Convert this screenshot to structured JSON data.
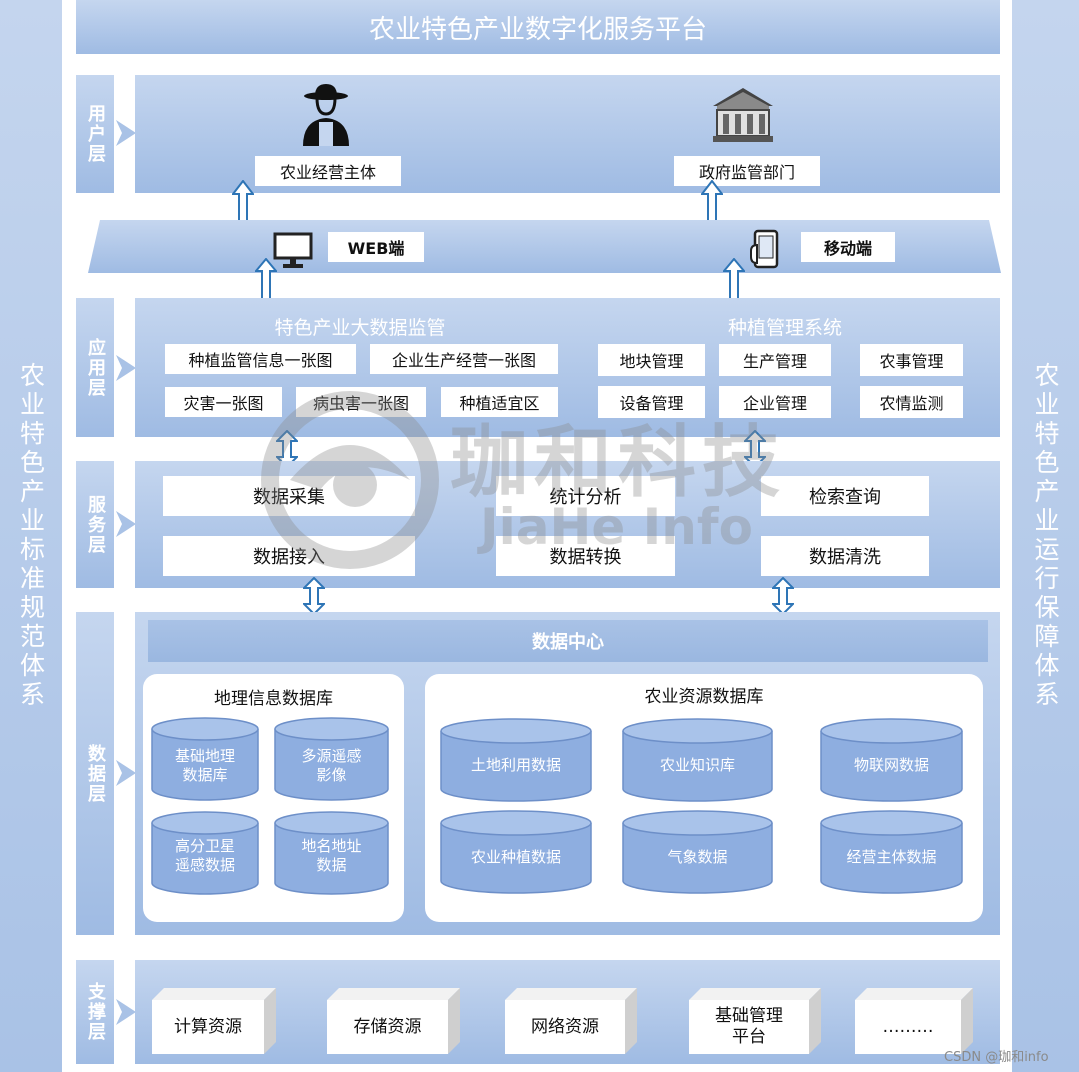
{
  "title": "农业特色产业数字化服务平台",
  "left_column": "农业特色产业标准规范体系",
  "right_column": "农业特色产业运行保障体系",
  "layers": {
    "user": "用户层",
    "app": "应用层",
    "service": "服务层",
    "data": "数据层",
    "support": "支撑层"
  },
  "users": {
    "farmer": "农业经营主体",
    "gov": "政府监管部门"
  },
  "terminals": {
    "web": "WEB端",
    "mobile": "移动端"
  },
  "app_layer": {
    "monitor_title": "特色产业大数据监管",
    "monitor_items": [
      "种植监管信息一张图",
      "企业生产经营一张图",
      "灾害一张图",
      "病虫害一张图",
      "种植适宜区"
    ],
    "planting_title": "种植管理系统",
    "planting_items": [
      "地块管理",
      "生产管理",
      "农事管理",
      "设备管理",
      "企业管理",
      "农情监测"
    ]
  },
  "service_layer": [
    "数据采集",
    "数据接入",
    "统计分析",
    "数据转换",
    "检索查询",
    "数据清洗"
  ],
  "data_layer": {
    "center": "数据中心",
    "geo_title": "地理信息数据库",
    "geo_items": [
      {
        "line1": "基础地理",
        "line2": "数据库"
      },
      {
        "line1": "多源遥感",
        "line2": "影像"
      },
      {
        "line1": "高分卫星",
        "line2": "遥感数据"
      },
      {
        "line1": "地名地址",
        "line2": "数据"
      }
    ],
    "agri_title": "农业资源数据库",
    "agri_items": [
      "土地利用数据",
      "农业知识库",
      "物联网数据",
      "农业种植数据",
      "气象数据",
      "经营主体数据"
    ]
  },
  "support_layer": [
    {
      "line1": "计算资源",
      "line2": ""
    },
    {
      "line1": "存储资源",
      "line2": ""
    },
    {
      "line1": "网络资源",
      "line2": ""
    },
    {
      "line1": "基础管理",
      "line2": "平台"
    },
    {
      "line1": "………",
      "line2": ""
    }
  ],
  "watermark": {
    "cn": "珈和科技",
    "en": "JiaHe Info"
  },
  "footer": "CSDN @珈和info",
  "colors": {
    "accent": "#a9c2e6",
    "box_border": "#7f9fd1",
    "cylinder": "#8eaee0"
  }
}
